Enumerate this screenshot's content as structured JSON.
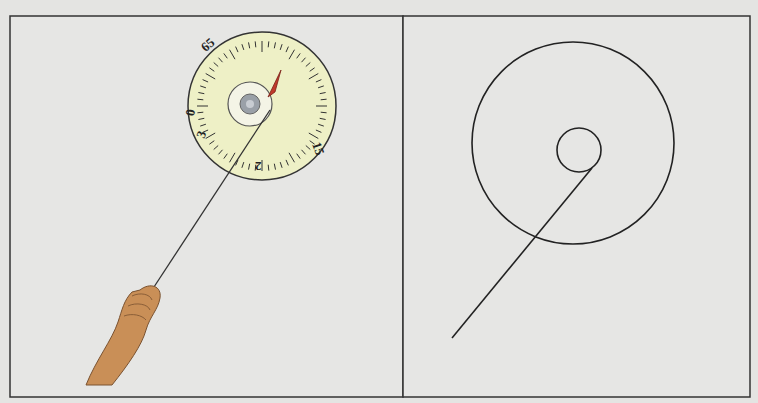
{
  "diagram": {
    "labels": [
      "65",
      "0",
      "3",
      "15",
      "2"
    ]
  }
}
